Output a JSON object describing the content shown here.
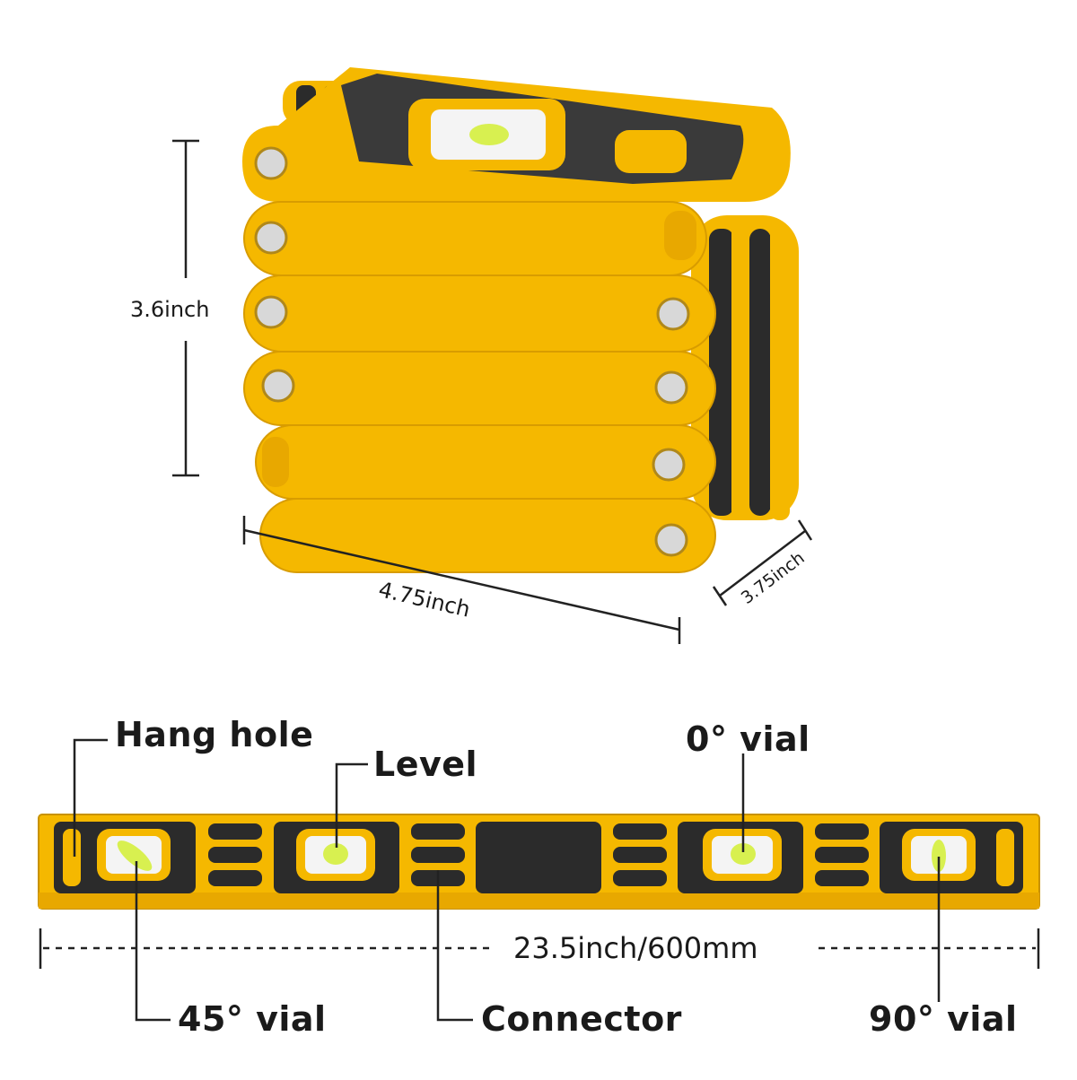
{
  "dimensions": {
    "height": "3.6inch",
    "width": "4.75inch",
    "depth": "3.75inch",
    "length": "23.5inch/600mm"
  },
  "callouts": {
    "hang_hole": "Hang hole",
    "level": "Level",
    "zero_vial": "0° vial",
    "forty_five_vial": "45° vial",
    "connector": "Connector",
    "ninety_vial": "90° vial"
  },
  "colors": {
    "body": "#f5b800",
    "body_dark": "#d89c00",
    "rubber": "#2b2b2b",
    "vial": "#d8f050"
  }
}
